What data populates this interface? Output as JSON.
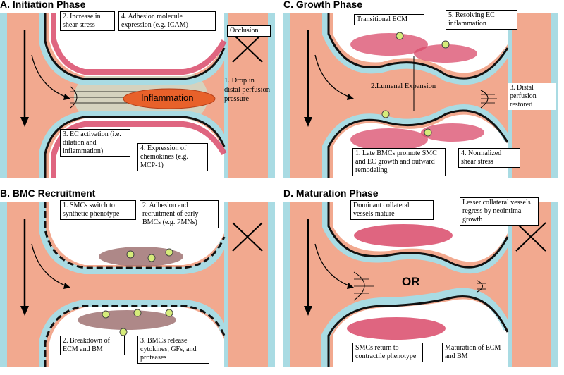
{
  "panels": {
    "a": {
      "title": "A. Initiation Phase",
      "labels": {
        "shear": "2. Increase in shear stress",
        "adhesion": "4. Adhesion molecule expression (e.g. ICAM)",
        "occlusion": "Occlusion",
        "drop": "1. Drop in distal perfusion pressure",
        "inflammation": "Inflammation",
        "ec_activation": "3. EC activation (i.e. dilation and inflammation)",
        "chemokines": "4. Expression of chemokines (e.g. MCP-1)"
      }
    },
    "b": {
      "title": "B. BMC Recruitment",
      "labels": {
        "smc_switch": "1. SMCs switch to synthetic phenotype",
        "adhesion_bmc": "2. Adhesion and recruitment of early BMCs (e.g. PMNs)",
        "breakdown": "2. Breakdown of ECM and BM",
        "release": "3. BMCs release cytokines, GFs, and proteases"
      }
    },
    "c": {
      "title": "C. Growth Phase",
      "labels": {
        "transitional": "Transitional ECM",
        "resolving": "5. Resolving EC inflammation",
        "lumenal": "2.Lumenal Expansion",
        "distal": "3. Distal perfusion restored",
        "late_bmc": "1. Late BMCs promote SMC and EC growth and outward remodeling",
        "normalized": "4. Normalized shear stress"
      }
    },
    "d": {
      "title": "D. Maturation Phase",
      "labels": {
        "dominant": "Dominant collateral vessels mature",
        "lesser": "Lesser collateral vessels regress by neointima growth",
        "or": "OR",
        "smc_return": "SMCs return to contractile phenotype",
        "maturation": "Maturation of ECM and BM"
      }
    }
  },
  "colors": {
    "blood": "#f2a98f",
    "endothelium": "#a9dbe3",
    "basement": "#111111",
    "smc": "#d94a6a",
    "inflammation": "#e8612a",
    "bmc": "#d6ec7a"
  }
}
